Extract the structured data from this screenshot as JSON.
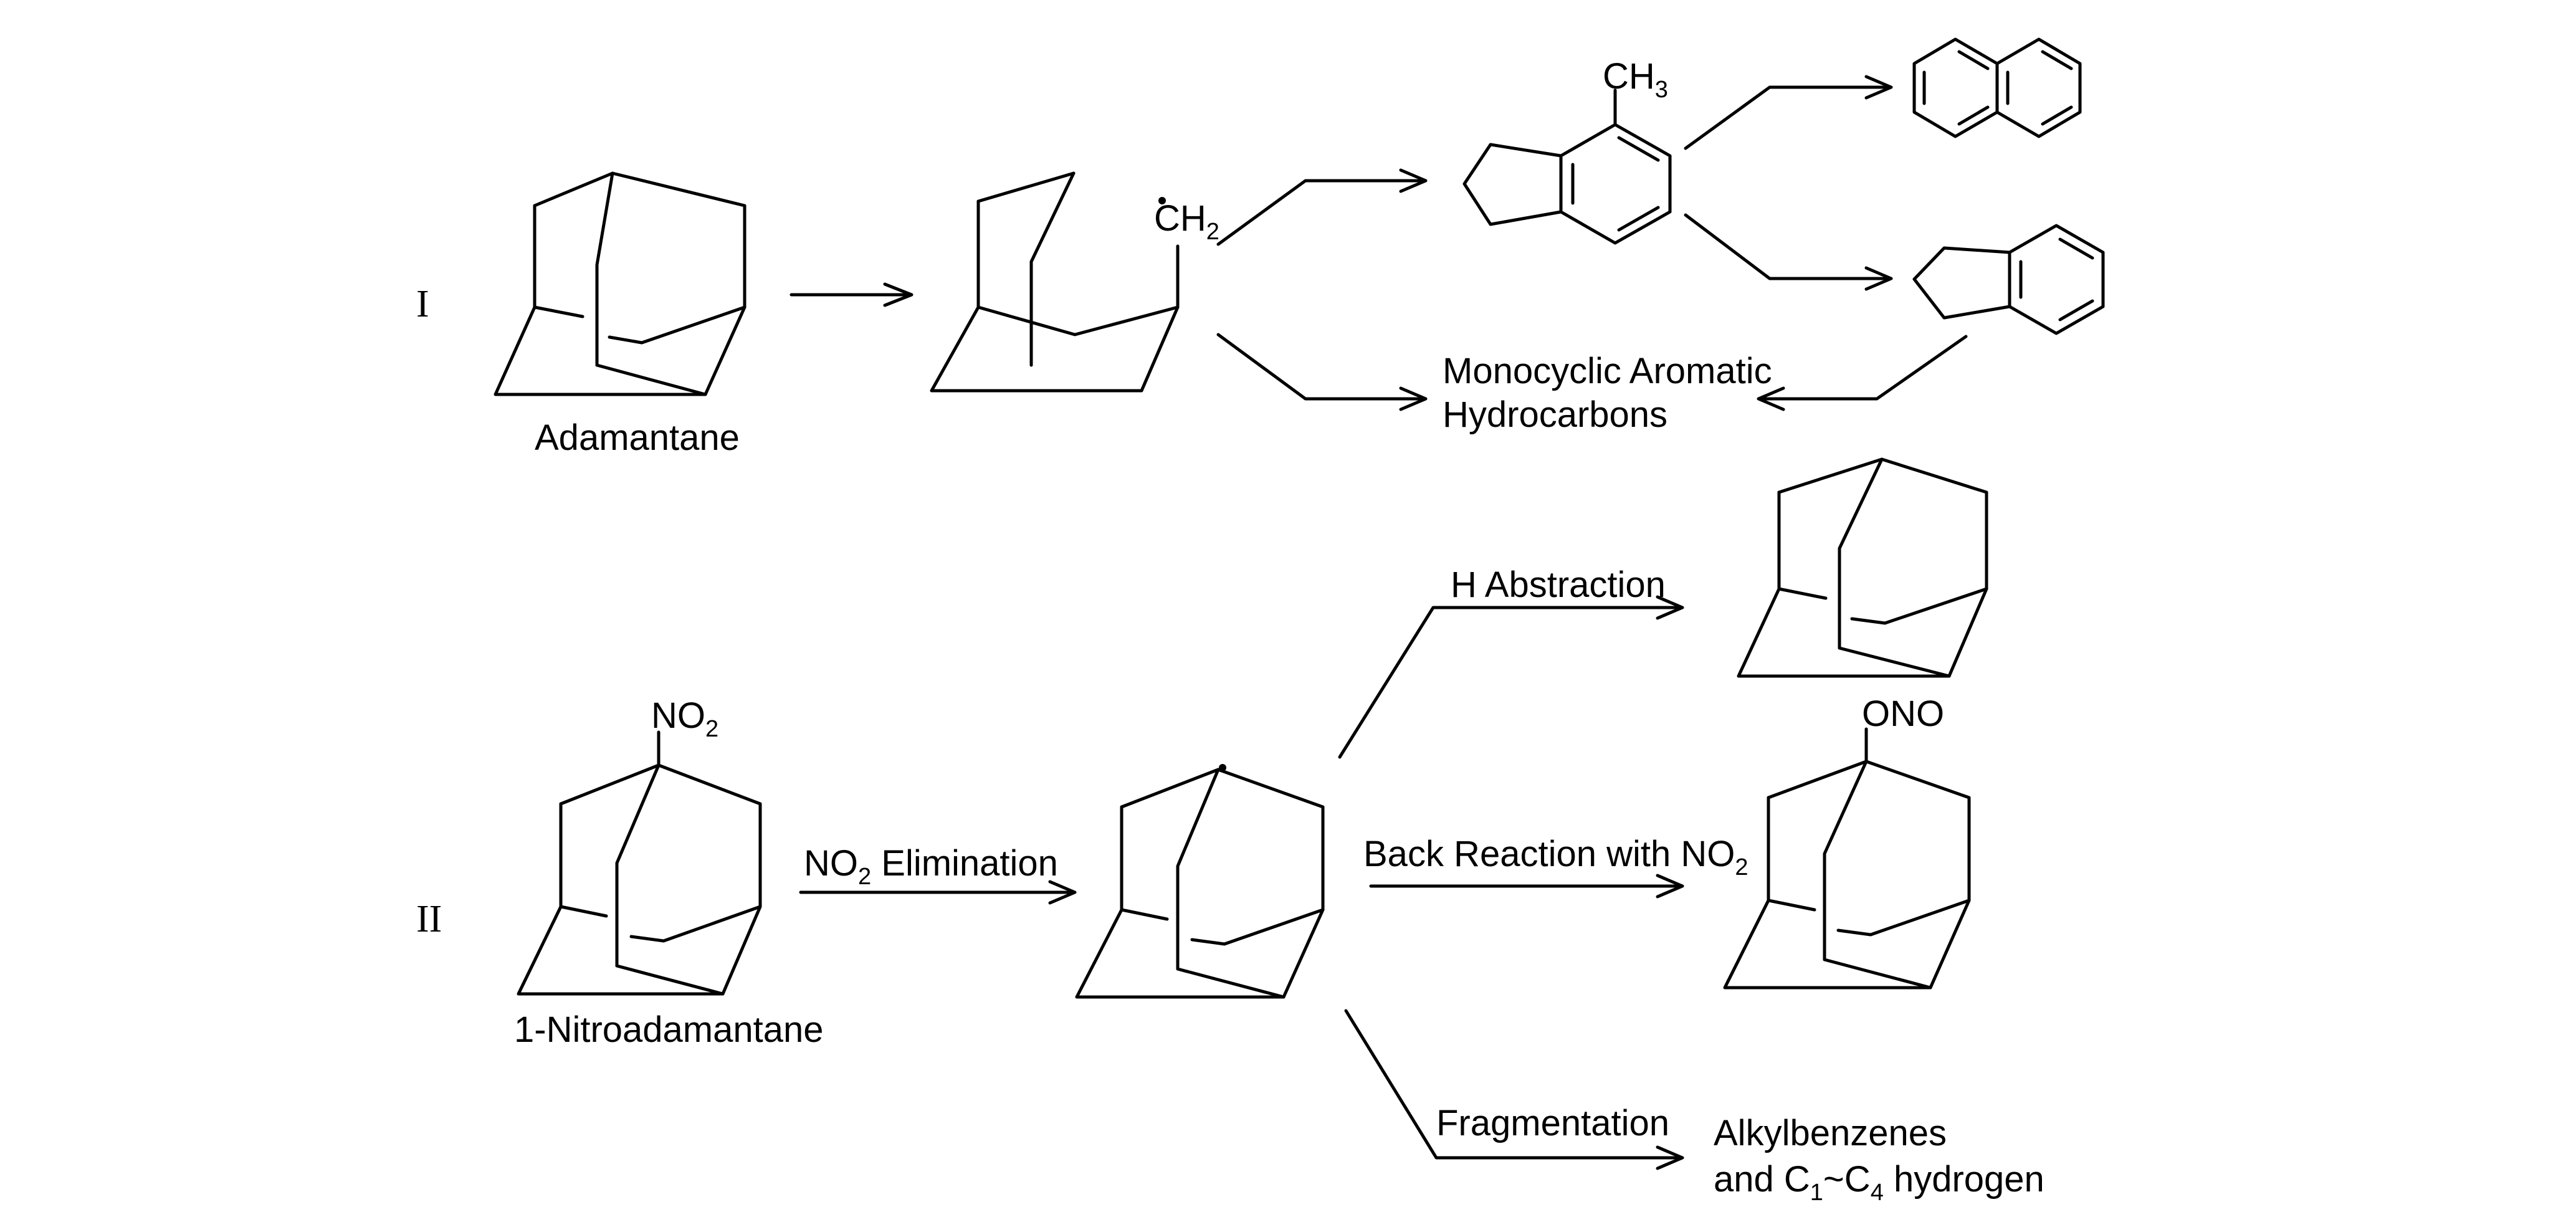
{
  "scheme": {
    "route_1": {
      "label": "I",
      "reactant": "Adamantane",
      "radical_group": {
        "main": "CH",
        "sub": "2"
      },
      "methyl_group": {
        "main": "CH",
        "sub": "3"
      },
      "product_text_line1": "Monocyclic Aromatic",
      "product_text_line2": "Hydrocarbons"
    },
    "route_2": {
      "label": "II",
      "reactant": "1-Nitroadamantane",
      "nitro_group": {
        "main": "NO",
        "sub": "2"
      },
      "elimination": {
        "pre": "NO",
        "sub": "2",
        "post": " Elimination"
      },
      "h_abstraction": "H Abstraction",
      "back_reaction": {
        "pre": "Back Reaction with NO",
        "sub": "2"
      },
      "nitrite_group": "ONO",
      "fragmentation": "Fragmentation",
      "products_line1": "Alkylbenzenes",
      "products_line2": {
        "pre": "and C",
        "sub1": "1",
        "mid": "~C",
        "sub2": "4",
        "post": " hydrogen"
      }
    }
  }
}
